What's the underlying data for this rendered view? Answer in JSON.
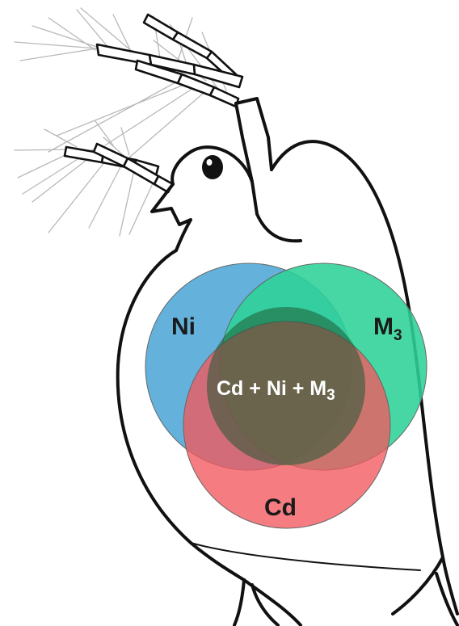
{
  "venn": {
    "label_ni": "Ni",
    "label_m3_base": "M",
    "label_m3_sub": "3",
    "label_cd": "Cd",
    "label_center_base": "Cd + Ni + M",
    "label_center_sub": "3"
  },
  "colors": {
    "ni": "#4fa7d6",
    "m3": "#2ed199",
    "cd": "#f2595e",
    "outline": "#111111"
  },
  "illustration": {
    "subject": "daphnia water flea line drawing",
    "eye_icon": "eye-icon"
  }
}
